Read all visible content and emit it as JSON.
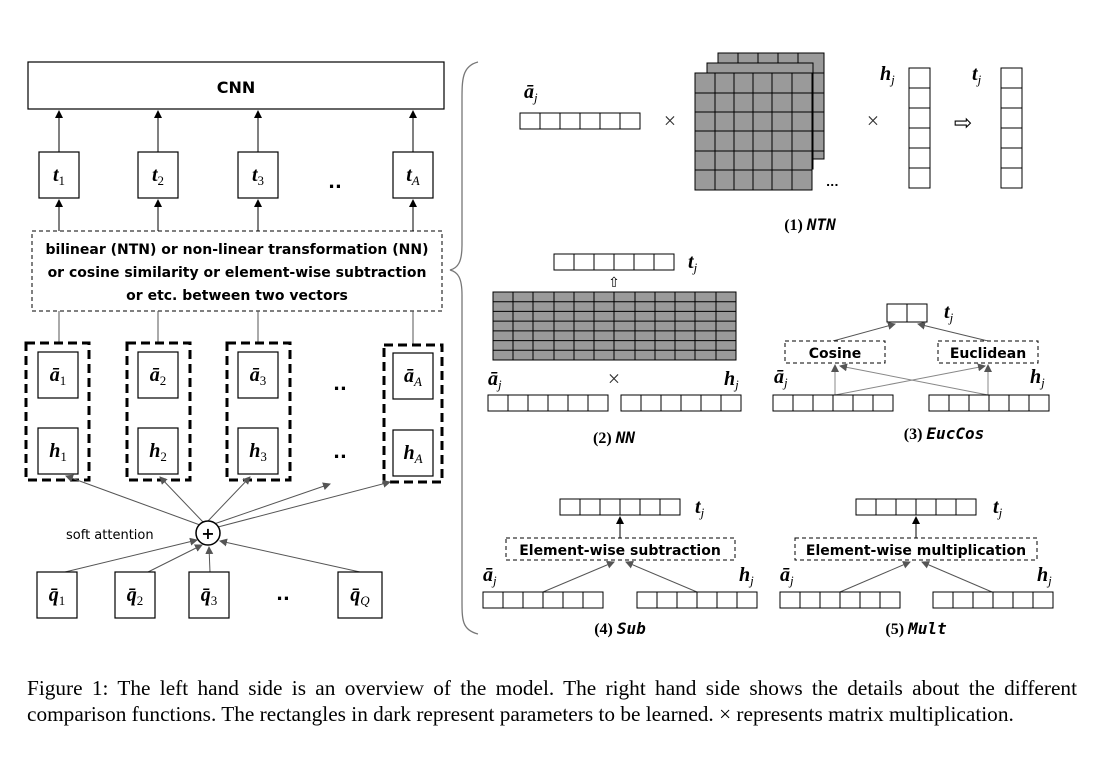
{
  "left": {
    "cnn_label": "CNN",
    "t_labels": [
      {
        "sym": "t",
        "sub": "1"
      },
      {
        "sym": "t",
        "sub": "2"
      },
      {
        "sym": "t",
        "sub": "3"
      },
      {
        "sym": "t",
        "sub": "A"
      }
    ],
    "ellipsis": "..",
    "comparison_lines": [
      "bilinear (NTN) or non-linear transformation (NN)",
      "or cosine similarity or element-wise subtraction",
      "or etc. between two vectors"
    ],
    "a_labels": [
      {
        "sym": "ā",
        "sub": "1"
      },
      {
        "sym": "ā",
        "sub": "2"
      },
      {
        "sym": "ā",
        "sub": "3"
      },
      {
        "sym": "ā",
        "sub": "A"
      }
    ],
    "h_labels": [
      {
        "sym": "h",
        "sub": "1"
      },
      {
        "sym": "h",
        "sub": "2"
      },
      {
        "sym": "h",
        "sub": "3"
      },
      {
        "sym": "h",
        "sub": "A"
      }
    ],
    "attention_label": "soft attention",
    "plus_symbol": "+",
    "q_labels": [
      {
        "sym": "q̄",
        "sub": "1"
      },
      {
        "sym": "q̄",
        "sub": "2"
      },
      {
        "sym": "q̄",
        "sub": "3"
      },
      {
        "sym": "q̄",
        "sub": "Q"
      }
    ]
  },
  "right": {
    "a_j": {
      "sym": "ā",
      "sub": "j"
    },
    "h_j": {
      "sym": "h",
      "sub": "j"
    },
    "t_j": {
      "sym": "t",
      "sub": "j"
    },
    "times": "×",
    "implies": "⇨",
    "up_arrow": "⇧",
    "more_dots": "...",
    "ntn_caption": {
      "num": "(1)",
      "name": "NTN"
    },
    "nn_caption": {
      "num": "(2)",
      "name": "NN"
    },
    "euccos_caption": {
      "num": "(3)",
      "name": "EucCos"
    },
    "sub_caption": {
      "num": "(4)",
      "name": "Sub"
    },
    "mult_caption": {
      "num": "(5)",
      "name": "Mult"
    },
    "cosine_label": "Cosine",
    "euclidean_label": "Euclidean",
    "subtraction_label": "Element-wise subtraction",
    "multiplication_label": "Element-wise multiplication"
  },
  "caption": "Figure 1: The left hand side is an overview of the model. The right hand side shows the details about the different comparison functions. The rectangles in dark represent parameters to be learned. × represents matrix multiplication."
}
